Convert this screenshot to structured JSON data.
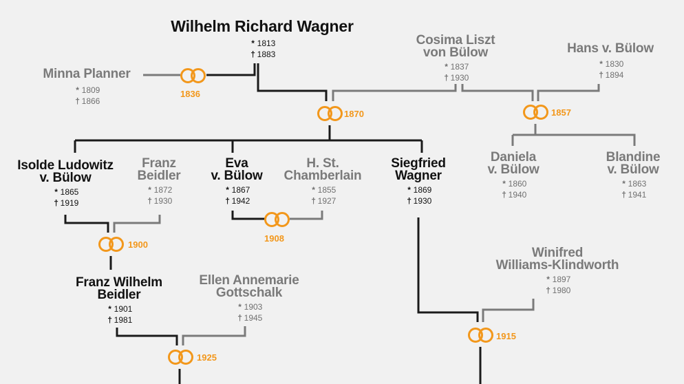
{
  "colors": {
    "line_primary": "#1a1a1a",
    "line_secondary": "#7a7a7a",
    "rings": "#f2971b"
  },
  "symbols": {
    "born": "*",
    "died": "†"
  },
  "people": {
    "wagner": {
      "name_1": "Wilhelm Richard Wagner",
      "born": "1813",
      "died": "1883"
    },
    "minna": {
      "name_1": "Minna Planner",
      "born": "1809",
      "died": "1866"
    },
    "cosima": {
      "name_1": "Cosima Liszt",
      "name_2": "von Bülow",
      "born": "1837",
      "died": "1930"
    },
    "hans": {
      "name_1": "Hans v. Bülow",
      "born": "1830",
      "died": "1894"
    },
    "isolde": {
      "name_1": "Isolde Ludowitz",
      "name_2": "v. Bülow",
      "born": "1865",
      "died": "1919"
    },
    "franz": {
      "name_1": "Franz",
      "name_2": "Beidler",
      "born": "1872",
      "died": "1930"
    },
    "eva": {
      "name_1": "Eva",
      "name_2": "v. Bülow",
      "born": "1867",
      "died": "1942"
    },
    "chamberlain": {
      "name_1": "H. St.",
      "name_2": "Chamberlain",
      "born": "1855",
      "died": "1927"
    },
    "siegfried": {
      "name_1": "Siegfried",
      "name_2": "Wagner",
      "born": "1869",
      "died": "1930"
    },
    "daniela": {
      "name_1": "Daniela",
      "name_2": "v. Bülow",
      "born": "1860",
      "died": "1940"
    },
    "blandine": {
      "name_1": "Blandine",
      "name_2": "v. Bülow",
      "born": "1863",
      "died": "1941"
    },
    "franzw": {
      "name_1": "Franz Wilhelm",
      "name_2": "Beidler",
      "born": "1901",
      "died": "1981"
    },
    "ellen": {
      "name_1": "Ellen Annemarie",
      "name_2": "Gottschalk",
      "born": "1903",
      "died": "1945"
    },
    "winifred": {
      "name_1": "Winifred",
      "name_2": "Williams-Klindworth",
      "born": "1897",
      "died": "1980"
    }
  },
  "marriages": {
    "m1836": {
      "year": "1836"
    },
    "m1870": {
      "year": "1870"
    },
    "m1857": {
      "year": "1857"
    },
    "m1900": {
      "year": "1900"
    },
    "m1908": {
      "year": "1908"
    },
    "m1925": {
      "year": "1925"
    },
    "m1915": {
      "year": "1915"
    }
  }
}
